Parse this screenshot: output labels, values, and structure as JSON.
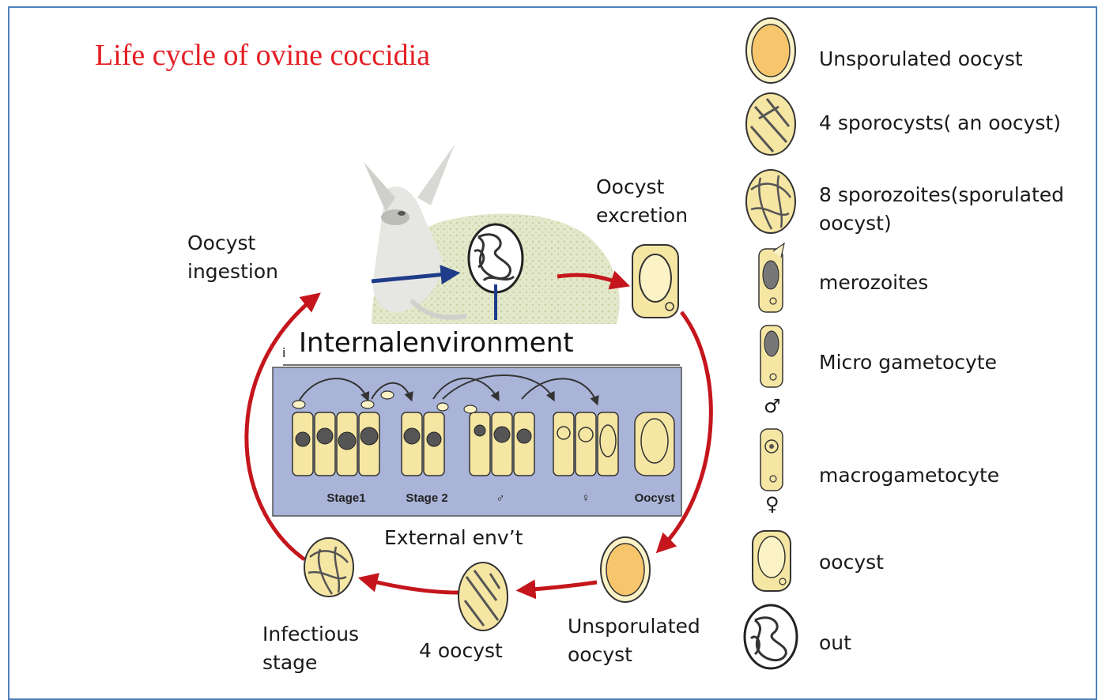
{
  "title": "Life cycle of ovine coccidia",
  "colors": {
    "arrow_red": "#c4161c",
    "arrow_blue": "#1f3c88",
    "frame": "#4f81bd",
    "title": "#e31e24",
    "oocyst_yellow": "#f6e6a4",
    "oocyst_orange": "#f7c56b",
    "panel": "#aab4d8"
  },
  "cycle": {
    "ingestion": [
      "Oocyst",
      "ingestion"
    ],
    "excretion": [
      "Oocyst",
      "excretion"
    ],
    "internal": "Internalenvironment",
    "panel_mark": "i",
    "external": "External env’t",
    "unsporulated": [
      "Unsporulated",
      "oocyst"
    ],
    "four_oocyst": "4 oocyst",
    "infectious": [
      "Infectious",
      "stage"
    ],
    "stages": [
      "Stage1",
      "Stage 2",
      "♂",
      "♀",
      "Oocyst"
    ]
  },
  "legend": [
    {
      "icon": "unsporulated-oocyst-icon",
      "lines": [
        "Unsporulated  oocyst"
      ]
    },
    {
      "icon": "four-sporocysts-icon",
      "lines": [
        "4 sporocysts( an oocyst)"
      ]
    },
    {
      "icon": "eight-sporozoites-icon",
      "lines": [
        "8 sporozoites(sporulated",
        "oocyst)"
      ]
    },
    {
      "icon": "merozoite-cell-icon",
      "lines": [
        "merozoites"
      ]
    },
    {
      "icon": "micro-gametocyte-cell-icon",
      "lines": [
        "Micro gametocyte"
      ]
    },
    {
      "icon": "macrogametocyte-cell-icon",
      "lines": [
        "macrogametocyte"
      ]
    },
    {
      "icon": "oocyst-cell-icon",
      "lines": [
        "oocyst"
      ]
    },
    {
      "icon": "out-oocyst-icon",
      "lines": [
        "out"
      ]
    }
  ],
  "symbols": {
    "male": "♂",
    "female": "♀"
  }
}
